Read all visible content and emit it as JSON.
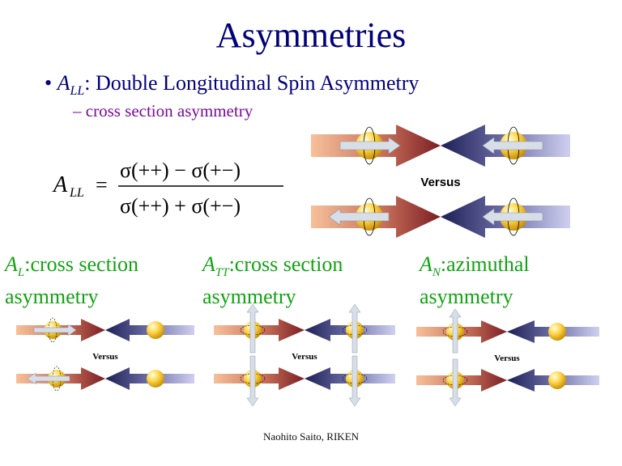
{
  "title": "Asymmetries",
  "bullet": {
    "symbol": "A",
    "subscript": "LL",
    "text": ": Double Longitudinal Spin Asymmetry",
    "sub_item": "– cross section asymmetry"
  },
  "formula": {
    "lhs_symbol": "A",
    "lhs_subscript": "LL",
    "numerator": "σ(++) − σ(+−)",
    "denominator": "σ(++) + σ(+−)"
  },
  "main_diagram": {
    "versus": "Versus"
  },
  "panels": [
    {
      "symbol": "A",
      "subscript": "L",
      "line1": ":cross section",
      "line2": "asymmetry",
      "versus": "Versus"
    },
    {
      "symbol": "A",
      "subscript": "TT",
      "line1": ":cross section",
      "line2": "asymmetry",
      "versus": "Versus"
    },
    {
      "symbol": "A",
      "subscript": "N",
      "line1": ":azimuthal",
      "line2": "asymmetry",
      "versus": "Versus"
    }
  ],
  "footer": "Naohito Saito, RIKEN",
  "colors": {
    "title": "#00007a",
    "sub_item": "#7a0a9a",
    "panel_text": "#11a311"
  }
}
